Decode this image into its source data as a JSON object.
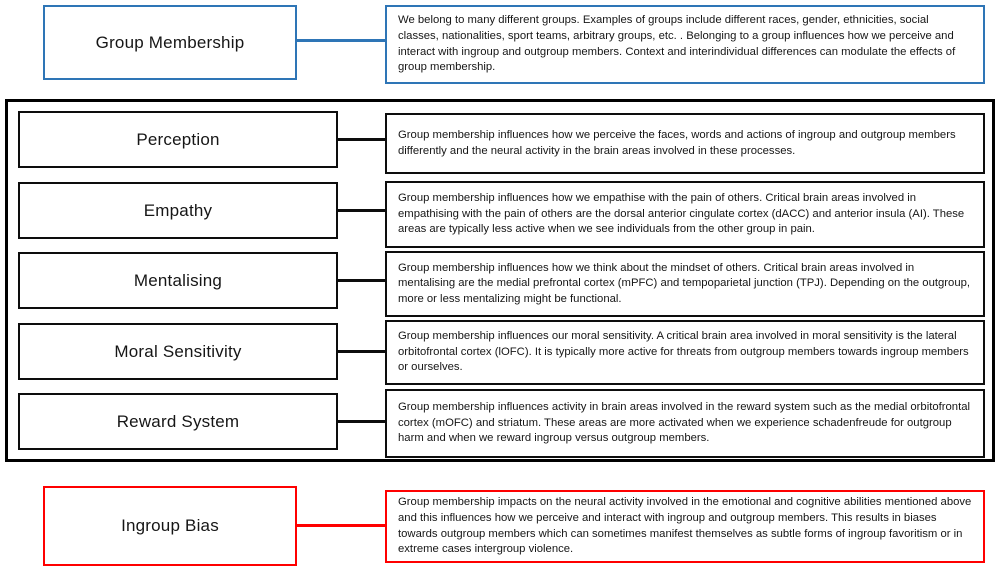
{
  "colors": {
    "root_accent": "#2E75B6",
    "process_border": "#000000",
    "outcome_accent": "#FF0000",
    "background": "#FFFFFF",
    "text": "#161616"
  },
  "diagram": {
    "root": {
      "label": "Group Membership",
      "description": "We belong to many different groups. Examples of groups include different races, gender, ethnicities, social classes, nationalities, sport teams, arbitrary groups, etc. . Belonging to a group influences how we perceive and interact with ingroup and outgroup members. Context and interindividual differences can modulate the effects of group membership."
    },
    "processes": [
      {
        "label": "Perception",
        "description": "Group membership influences how we perceive the faces, words and actions of ingroup and outgroup members differently and the neural activity in the brain areas involved in these processes."
      },
      {
        "label": "Empathy",
        "description": "Group membership influences how we empathise with the pain of others. Critical brain areas involved in empathising with the pain of others are the dorsal anterior cingulate cortex (dACC) and anterior insula (AI). These areas are typically less active when we see individuals from the other group in pain."
      },
      {
        "label": "Mentalising",
        "description": "Group membership influences how we think about the mindset of others. Critical brain areas involved in mentalising are the medial prefrontal cortex (mPFC) and tempoparietal junction (TPJ). Depending on the outgroup, more or less mentalizing might be functional."
      },
      {
        "label": "Moral Sensitivity",
        "description": "Group membership influences our moral sensitivity. A critical brain area involved in moral sensitivity is the lateral orbitofrontal cortex (lOFC). It is typically more active for threats from outgroup members towards ingroup members or ourselves."
      },
      {
        "label": "Reward System",
        "description": "Group membership influences activity in brain areas involved in the reward system such as the medial orbitofrontal cortex (mOFC) and striatum. These areas are more activated when we experience schadenfreude for outgroup harm and when we reward ingroup versus outgroup members."
      }
    ],
    "outcome": {
      "label": "Ingroup Bias",
      "description": "Group membership impacts on the neural activity involved in the emotional and cognitive abilities mentioned above and this influences how we perceive and interact with ingroup and outgroup members. This results in biases towards outgroup members which can sometimes manifest themselves as subtle forms of ingroup favoritism or in extreme cases intergroup violence."
    }
  }
}
